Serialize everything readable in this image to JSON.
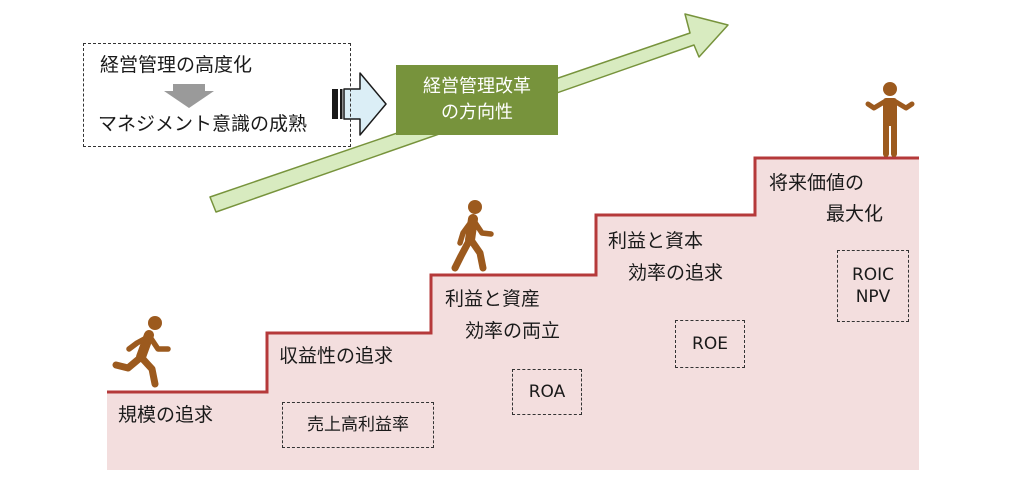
{
  "header_box": {
    "line1": "経営管理の高度化",
    "line2": "マネジメント意識の成熟"
  },
  "direction_box": {
    "line1": "経営管理改革",
    "line2": "の方向性"
  },
  "steps": [
    {
      "title": "規模の追求",
      "metric": "売上高利益率"
    },
    {
      "title": "収益性の追求",
      "metric": "ROA"
    },
    {
      "title_line1": "利益と資産",
      "title_line2": "効率の両立",
      "metric": "ROE"
    },
    {
      "title_line1": "利益と資本",
      "title_line2": "効率の追求",
      "metric_line1": "ROIC",
      "metric_line2": "NPV"
    },
    {
      "title_line1": "将来価値の",
      "title_line2": "最大化"
    }
  ],
  "colors": {
    "stair_fill": "#f3dede",
    "stair_line": "#b5393a",
    "arrow_fill": "#d8ebc0",
    "arrow_stroke": "#77933c",
    "direction_box": "#77933c",
    "figure": "#9c5a1e",
    "down_arrow": "#9a9a9a",
    "right_arrow": "#dbeef6"
  },
  "icons": [
    "running-person-icon",
    "walking-person-icon",
    "standing-person-icon"
  ]
}
